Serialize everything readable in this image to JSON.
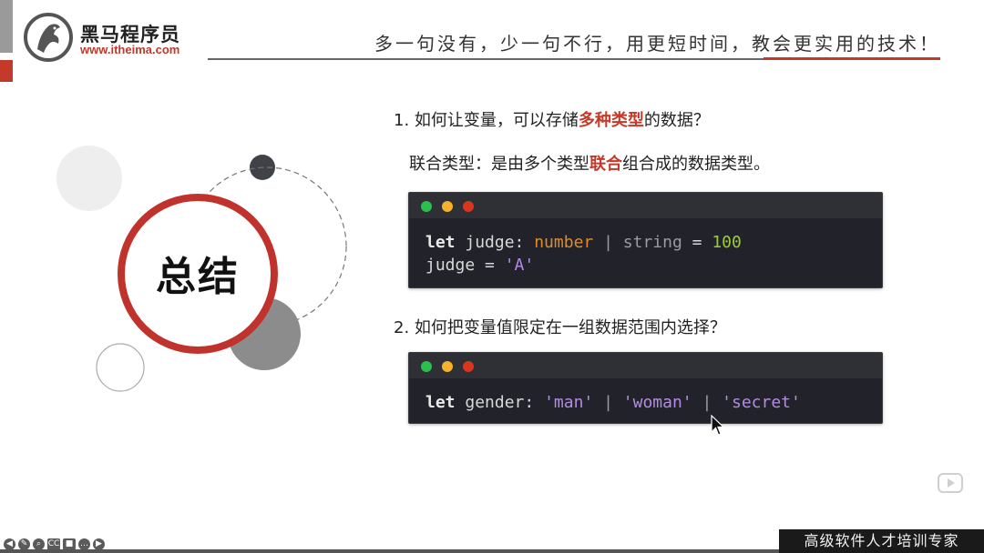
{
  "header": {
    "logo_cn": "黑马程序员",
    "logo_url": "www.itheima.com",
    "slogan": "多一句没有，少一句不行，用更短时间，教会更实用的技术！"
  },
  "summary": {
    "title": "总结"
  },
  "q1": {
    "prefix": "1. 如何让变量，可以存储",
    "highlight": "多种类型",
    "suffix": "的数据？",
    "answer_prefix": "联合类型：是由多个类型",
    "answer_highlight": "联合",
    "answer_suffix": "组合成的数据类型。"
  },
  "code1": {
    "line1": {
      "kw": "let",
      "ident": " judge: ",
      "t1": "number",
      "bar": " | ",
      "t2": "string",
      "eq": " = ",
      "num": "100"
    },
    "line2": {
      "ident": "judge",
      "eq": " = ",
      "str": "'A'"
    }
  },
  "q2": {
    "text": "2. 如何把变量值限定在一组数据范围内选择？"
  },
  "code2": {
    "kw": "let",
    "ident": " gender: ",
    "s1": "'man'",
    "bar1": " | ",
    "s2": "'woman'",
    "bar2": " | ",
    "s3": "'secret'"
  },
  "footer": {
    "tag": "高级软件人才培训专家"
  },
  "toolbar": {
    "items": [
      {
        "icon": "prev-icon",
        "glyph": "◀"
      },
      {
        "icon": "pen-icon",
        "glyph": "✎"
      },
      {
        "icon": "zoom-icon",
        "glyph": "⌕"
      },
      {
        "icon": "subtitle-icon",
        "glyph": "CC"
      },
      {
        "icon": "camera-icon",
        "glyph": "■"
      },
      {
        "icon": "more-icon",
        "glyph": "…"
      },
      {
        "icon": "next-icon",
        "glyph": "▶"
      }
    ]
  },
  "colors": {
    "accent_red": "#c43a2a",
    "code_bg": "#22232a"
  }
}
